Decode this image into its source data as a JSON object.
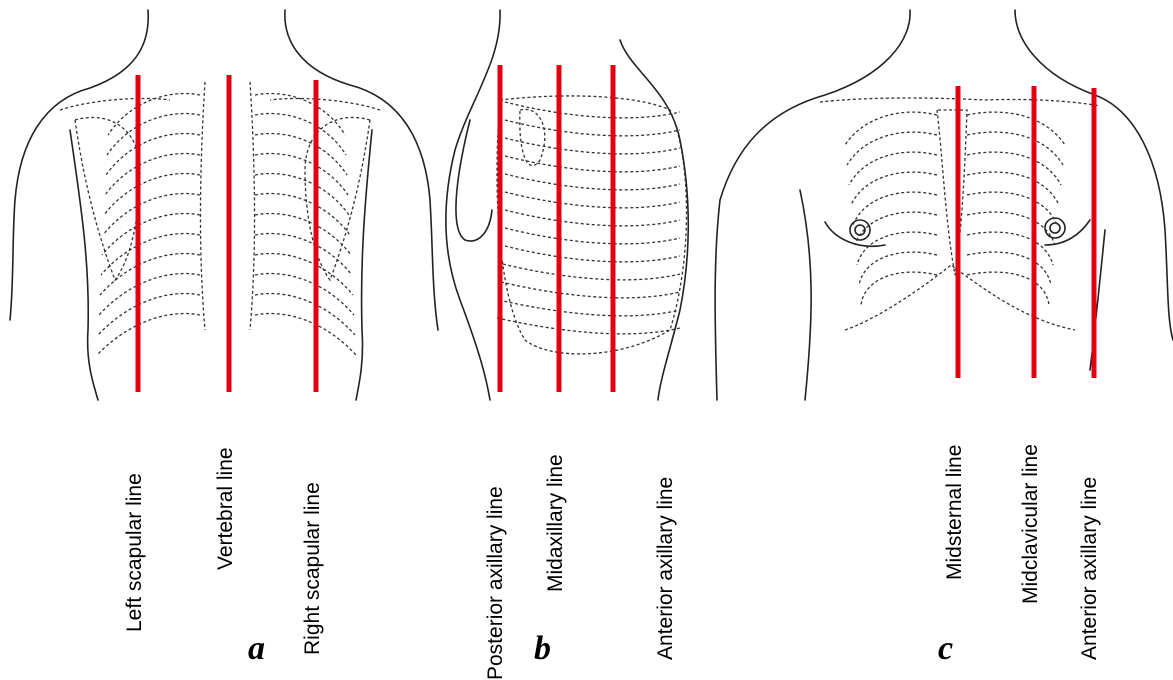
{
  "colors": {
    "reference_line": "#e3000f",
    "outline": "#222222",
    "background": "#ffffff"
  },
  "panels": [
    {
      "id": "a",
      "label": "a",
      "view": "posterior",
      "lines": [
        "Left scapular line",
        "Vertebral line",
        "Right scapular line"
      ]
    },
    {
      "id": "b",
      "label": "b",
      "view": "lateral",
      "lines": [
        "Posterior axillary line",
        "Midaxillary line",
        "Anterior axillary line"
      ]
    },
    {
      "id": "c",
      "label": "c",
      "view": "anterior",
      "lines": [
        "Midsternal line",
        "Midclavicular line",
        "Anterior axillary line"
      ]
    }
  ]
}
